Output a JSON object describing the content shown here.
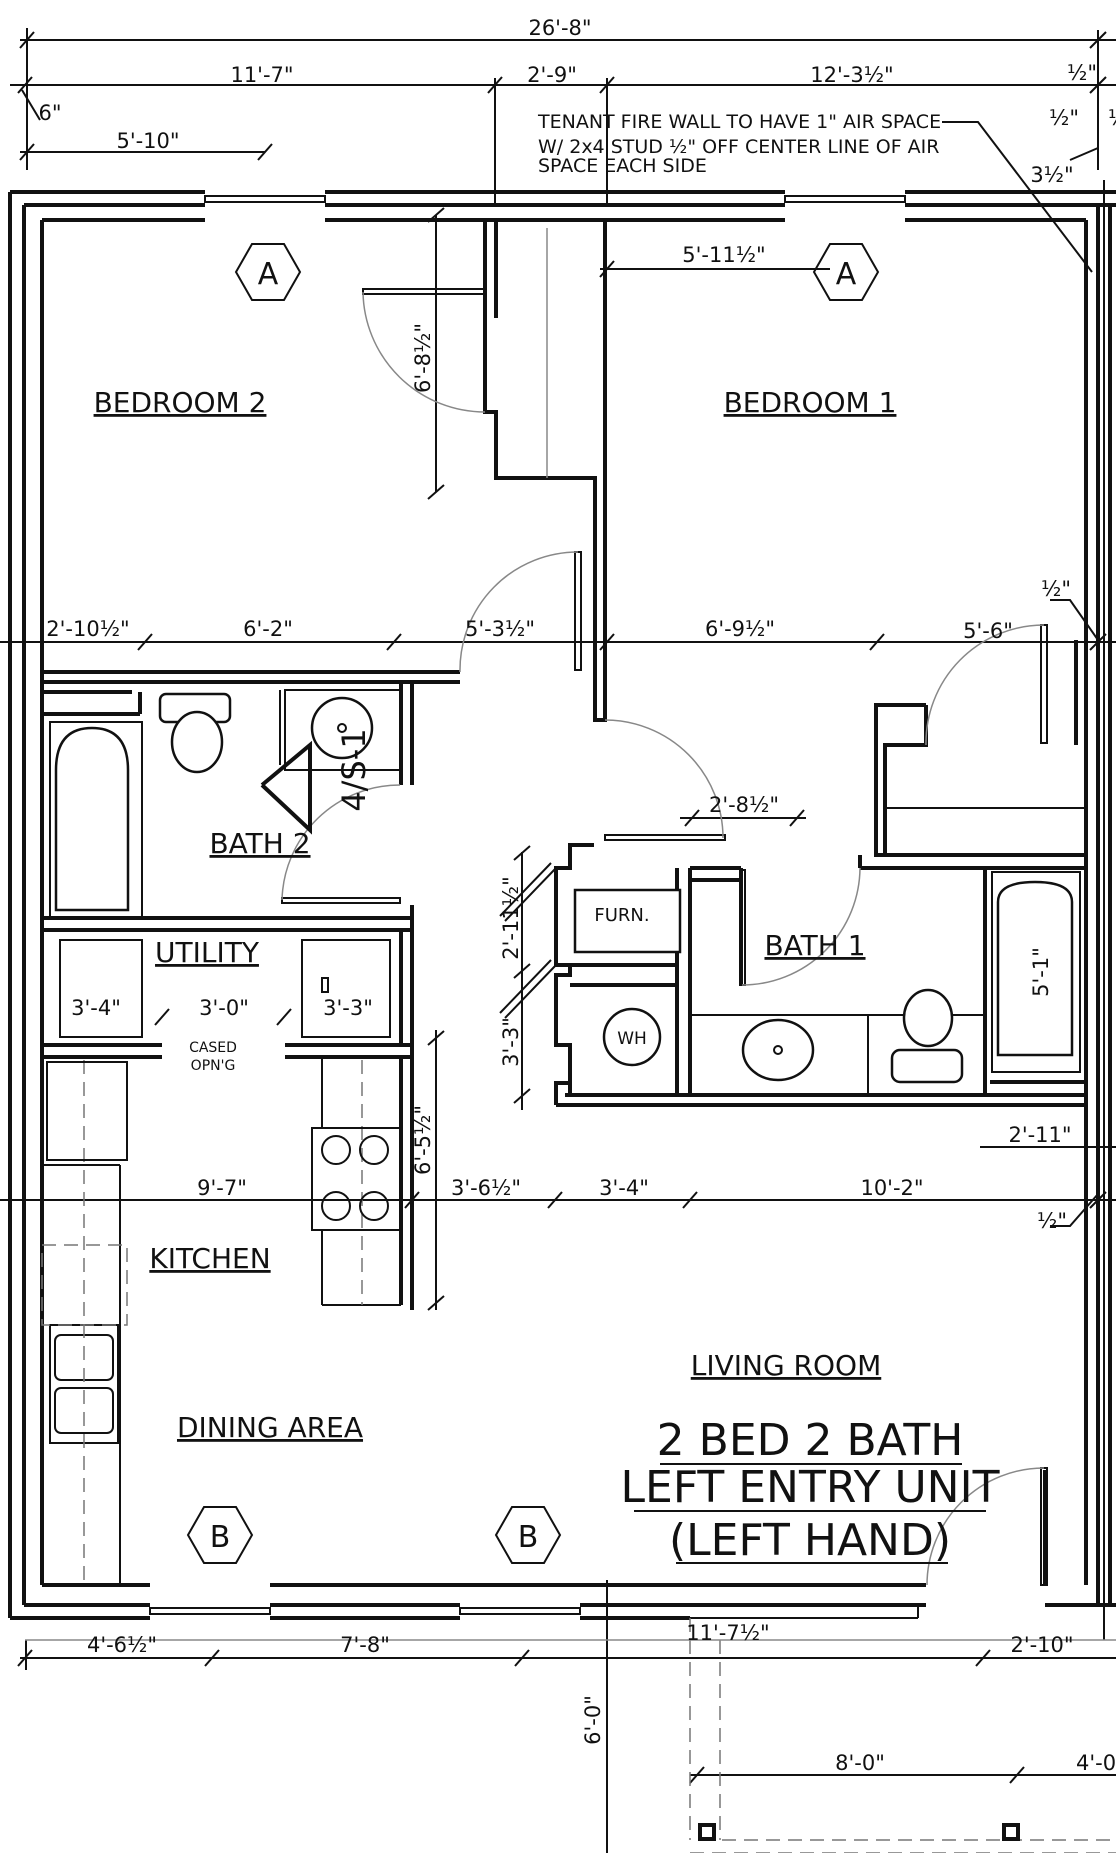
{
  "note": {
    "line1": "TENANT FIRE WALL TO HAVE 1\" AIR SPACE",
    "line2": "W/ 2x4 STUD ½\" OFF CENTER LINE OF AIR",
    "line3": "SPACE EACH SIDE"
  },
  "rooms": {
    "bedroom2": "BEDROOM 2",
    "bedroom1": "BEDROOM 1",
    "bath2": "BATH 2",
    "bath1": "BATH 1",
    "utility": "UTILITY",
    "kitchen": "KITCHEN",
    "dining": "DINING AREA",
    "living": "LIVING ROOM",
    "furnace": "FURN.",
    "water_heater": "WH",
    "cased_opening_1": "CASED",
    "cased_opening_2": "OPN'G"
  },
  "title": {
    "line1": "2 BED 2 BATH",
    "line2": "LEFT ENTRY UNIT",
    "line3": "(LEFT HAND)"
  },
  "tags": {
    "a1": "A",
    "a2": "A",
    "b1": "B",
    "b2": "B",
    "detail": "4/S-1"
  },
  "dims": {
    "overall": "26'-8\"",
    "d_11_7": "11'-7\"",
    "d_2_9": "2'-9\"",
    "d_12_3h": "12'-3½\"",
    "d_half_top": "½\"",
    "d_6in": "6\"",
    "d_5_10": "5'-10\"",
    "d_half_r1": "½\"",
    "d_half_r2": "½\"",
    "d_3h": "3½\"",
    "d_5_11h": "5'-11½\"",
    "d_6_8h": "6'-8½\"",
    "d_2_10h": "2'-10½\"",
    "d_6_2": "6'-2\"",
    "d_5_3h": "5'-3½\"",
    "d_6_9h": "6'-9½\"",
    "d_5_6": "5'-6\"",
    "d_half_mid": "½\"",
    "d_2_8h": "2'-8½\"",
    "d_2_11h": "2'-11½\"",
    "d_3_4_util": "3'-4\"",
    "d_3_0": "3'-0\"",
    "d_3_3_util": "3'-3\"",
    "d_3_3_closet": "3'-3\"",
    "d_5_1": "5'-1\"",
    "d_6_5h": "6'-5½\"",
    "d_2_11": "2'-11\"",
    "d_9_7": "9'-7\"",
    "d_3_6h": "3'-6½\"",
    "d_3_4": "3'-4\"",
    "d_10_2": "10'-2\"",
    "d_half_low": "½\"",
    "d_4_6h": "4'-6½\"",
    "d_7_8": "7'-8\"",
    "d_11_7h": "11'-7½\"",
    "d_2_10": "2'-10\"",
    "d_6_0": "6'-0\"",
    "d_8_0": "8'-0\"",
    "d_4_0": "4'-0"
  }
}
